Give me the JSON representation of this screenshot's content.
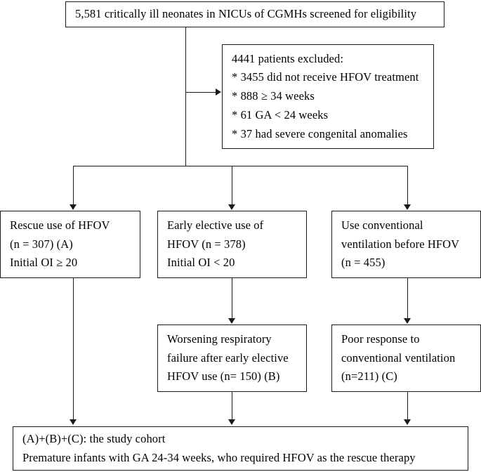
{
  "diagram": {
    "title": "Study cohort selection flowchart",
    "type": "flowchart",
    "line_color": "#1a1a1a",
    "background": "#ffffff",
    "nodes": {
      "screened": {
        "lines": [
          "5,581 critically ill neonates in NICUs of CGMHs screened for eligibility"
        ]
      },
      "excluded": {
        "lines": [
          "4441 patients excluded:",
          "* 3455 did not receive HFOV treatment",
          "* 888 ≥ 34 weeks",
          "* 61 GA < 24 weeks",
          "* 37 had severe congenital anomalies"
        ]
      },
      "rescue_hfov": {
        "lines": [
          "Rescue use of HFOV",
          "(n = 307) (A)",
          "Initial OI ≥ 20"
        ]
      },
      "early_elective": {
        "lines": [
          "Early elective use of",
          "HFOV (n = 378)",
          "Initial OI < 20"
        ]
      },
      "conventional": {
        "lines": [
          "Use conventional",
          "ventilation before HFOV",
          "(n = 455)"
        ]
      },
      "worsening": {
        "lines": [
          "Worsening respiratory",
          "failure after early elective",
          "HFOV use (n= 150) (B)"
        ]
      },
      "poor_response": {
        "lines": [
          "Poor response to",
          "conventional ventilation",
          "(n=211) (C)"
        ]
      },
      "cohort": {
        "lines": [
          "(A)+(B)+(C): the study cohort",
          "Premature infants with GA 24-34 weeks, who required HFOV as the rescue therapy"
        ]
      }
    }
  }
}
